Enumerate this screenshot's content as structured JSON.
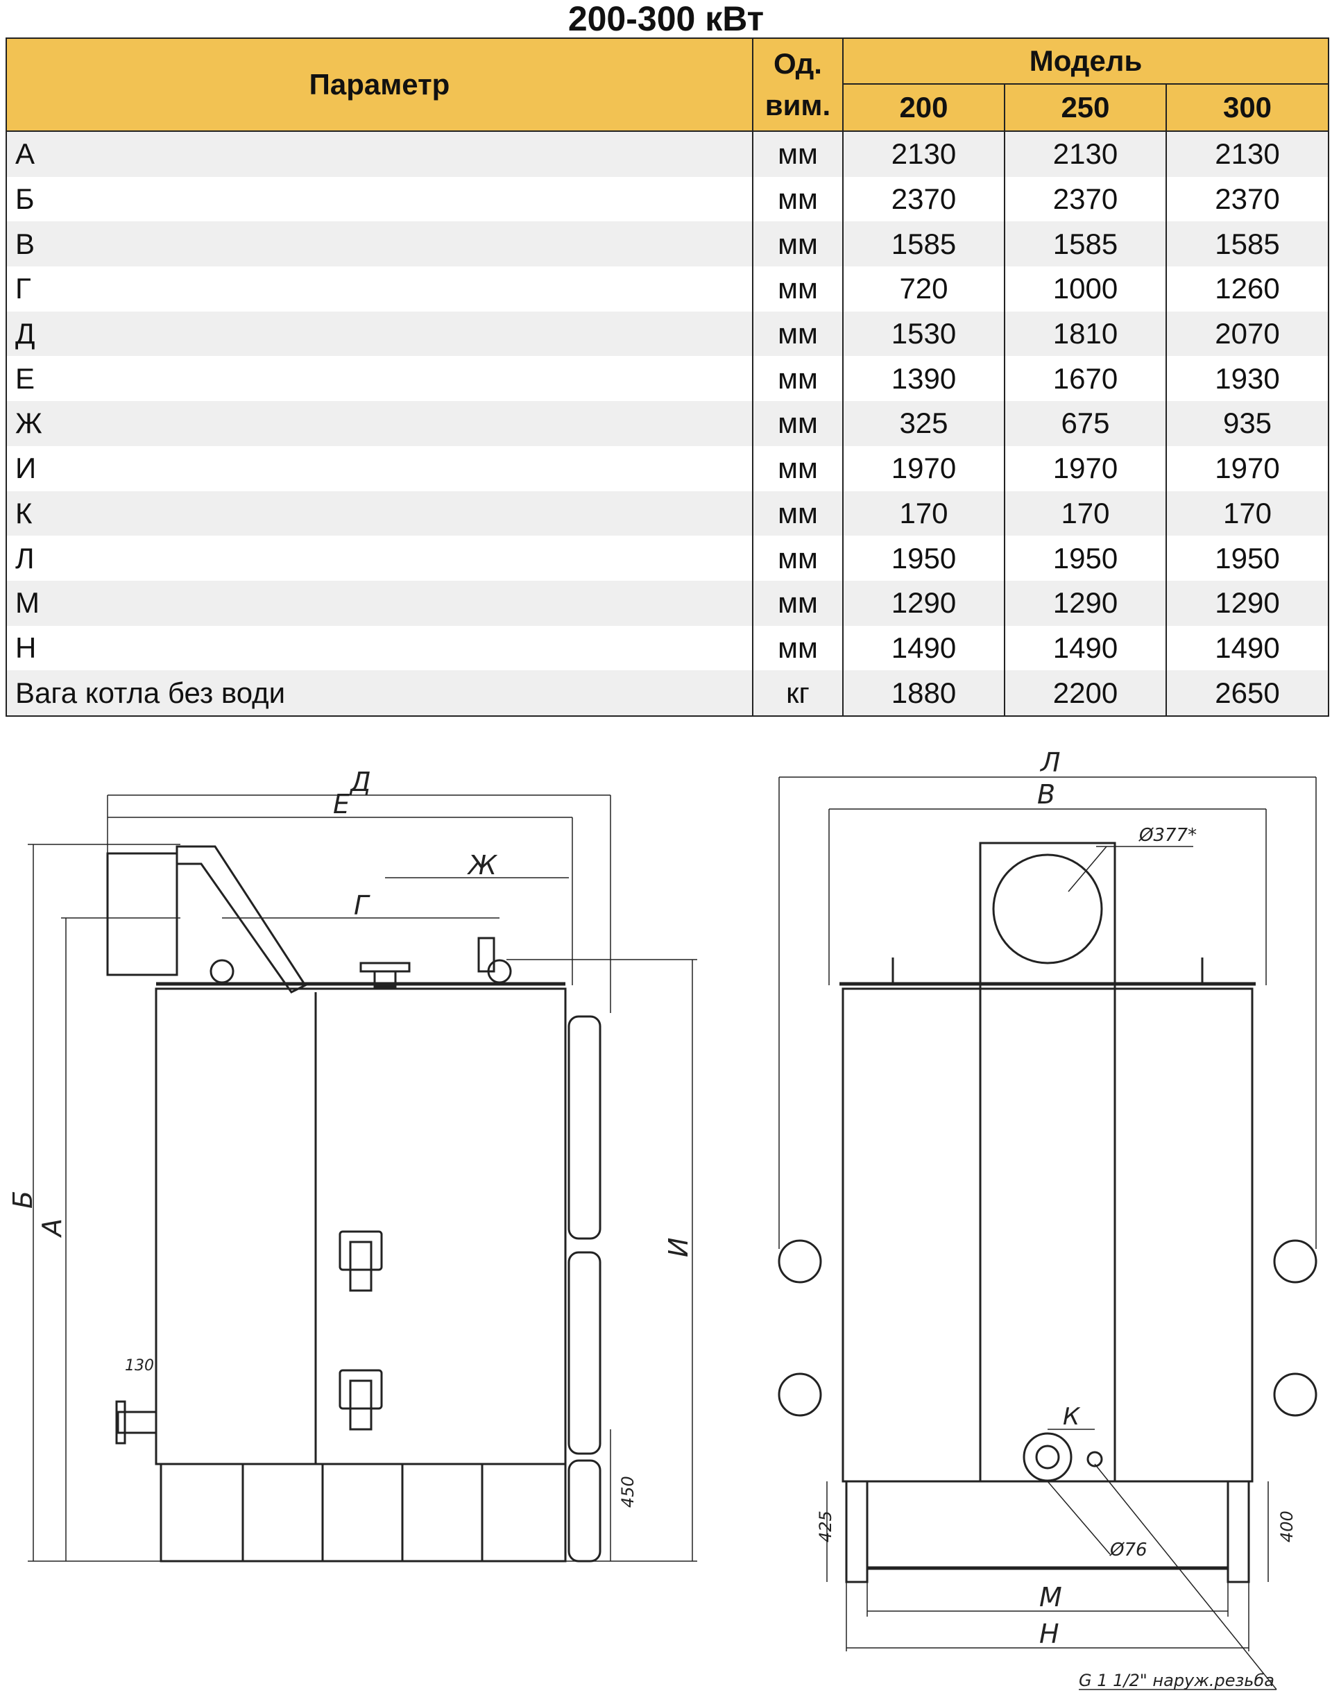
{
  "title": "200-300 кВт",
  "table": {
    "header": {
      "param": "Параметр",
      "unit_line1": "Од.",
      "unit_line2": "вим.",
      "model": "Модель",
      "models": [
        "200",
        "250",
        "300"
      ]
    },
    "rows": [
      {
        "name": "А",
        "unit": "мм",
        "values": [
          "2130",
          "2130",
          "2130"
        ]
      },
      {
        "name": "Б",
        "unit": "мм",
        "values": [
          "2370",
          "2370",
          "2370"
        ]
      },
      {
        "name": "В",
        "unit": "мм",
        "values": [
          "1585",
          "1585",
          "1585"
        ]
      },
      {
        "name": "Г",
        "unit": "мм",
        "values": [
          "720",
          "1000",
          "1260"
        ]
      },
      {
        "name": "Д",
        "unit": "мм",
        "values": [
          "1530",
          "1810",
          "2070"
        ]
      },
      {
        "name": "Е",
        "unit": "мм",
        "values": [
          "1390",
          "1670",
          "1930"
        ]
      },
      {
        "name": "Ж",
        "unit": "мм",
        "values": [
          "325",
          "675",
          "935"
        ]
      },
      {
        "name": "И",
        "unit": "мм",
        "values": [
          "1970",
          "1970",
          "1970"
        ]
      },
      {
        "name": "К",
        "unit": "мм",
        "values": [
          "170",
          "170",
          "170"
        ]
      },
      {
        "name": "Л",
        "unit": "мм",
        "values": [
          "1950",
          "1950",
          "1950"
        ]
      },
      {
        "name": "М",
        "unit": "мм",
        "values": [
          "1290",
          "1290",
          "1290"
        ]
      },
      {
        "name": "Н",
        "unit": "мм",
        "values": [
          "1490",
          "1490",
          "1490"
        ]
      },
      {
        "name": "Вага котла без води",
        "unit": "кг",
        "values": [
          "1880",
          "2200",
          "2650"
        ]
      }
    ]
  },
  "drawing": {
    "side": {
      "dim_D": "Д",
      "dim_E": "Е",
      "dim_Zh": "Ж",
      "dim_G": "Г",
      "dim_B": "Б",
      "dim_A": "А",
      "dim_I": "И",
      "dim_130": "130",
      "dim_450": "450"
    },
    "front": {
      "dim_L": "Л",
      "dim_V": "В",
      "dim_flue": "Ø377*",
      "dim_K": "К",
      "dim_425": "425",
      "dim_400": "400",
      "dim_pipe": "Ø76",
      "dim_M": "М",
      "dim_N": "Н",
      "thread_note": "G 1 1/2\" наруж.резьба"
    }
  }
}
